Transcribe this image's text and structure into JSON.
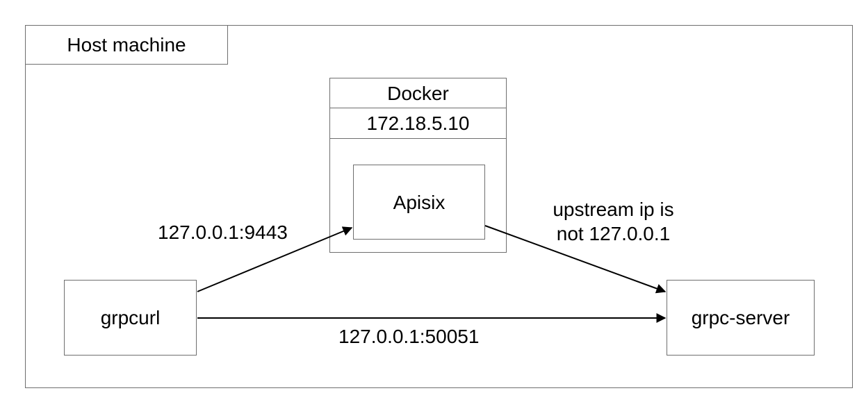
{
  "host": {
    "title": "Host machine"
  },
  "docker": {
    "title": "Docker",
    "ip": "172.18.5.10"
  },
  "nodes": {
    "apisix": "Apisix",
    "grpcurl": "grpcurl",
    "grpc_server": "grpc-server"
  },
  "edges": {
    "client_to_apisix": "127.0.0.1:9443",
    "apisix_to_server_line1": "upstream ip is",
    "apisix_to_server_line2": "not 127.0.0.1",
    "client_to_server": "127.0.0.1:50051"
  },
  "colors": {
    "border": "#6e6e6e",
    "arrow": "#000000",
    "text": "#000000",
    "background": "#ffffff"
  }
}
